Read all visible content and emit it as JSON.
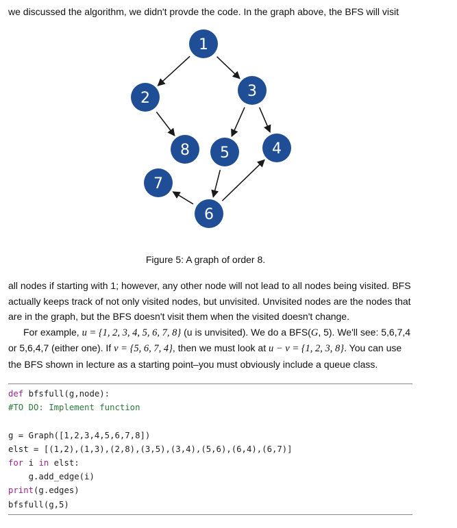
{
  "text_top": "we discussed the algorithm, we didn't provde the code.   In the graph above, the BFS will visit",
  "graph": {
    "node_color": "#1f4e96",
    "edge_color": "#1a1a1a",
    "nodes": [
      {
        "id": "1",
        "label": "1"
      },
      {
        "id": "2",
        "label": "2"
      },
      {
        "id": "3",
        "label": "3"
      },
      {
        "id": "8",
        "label": "8"
      },
      {
        "id": "5",
        "label": "5"
      },
      {
        "id": "4",
        "label": "4"
      },
      {
        "id": "7",
        "label": "7"
      },
      {
        "id": "6",
        "label": "6"
      }
    ],
    "edges": [
      {
        "from": "1",
        "to": "2"
      },
      {
        "from": "1",
        "to": "3"
      },
      {
        "from": "2",
        "to": "8"
      },
      {
        "from": "3",
        "to": "5"
      },
      {
        "from": "3",
        "to": "4"
      },
      {
        "from": "5",
        "to": "6"
      },
      {
        "from": "6",
        "to": "7"
      },
      {
        "from": "6",
        "to": "4"
      }
    ]
  },
  "caption": "Figure 5: A graph of order 8.",
  "para": {
    "line1": "all nodes if starting with 1; however, any other node will not lead to all nodes being visited. BFS",
    "line2": "actually keeps track of not only visited nodes, but unvisited. Unvisited nodes are the nodes that",
    "line3": "are in the graph, but the BFS doesn't visit them when the visited doesn't change.",
    "l4a": "For example,",
    "l4m1": "u = {1, 2, 3, 4, 5, 6, 7, 8}",
    "l4m2": "(u is unvisited).",
    "l4b": "We do a BFS(",
    "l4m3": "G",
    "l4c": ", 5). We'll see: 5,6,7,4",
    "l5a": "or 5,6,4,7 (either one).  If",
    "l5m1": "v = {5, 6, 7, 4}",
    "l5b": ", then we must look at",
    "l5m2": "u − v = {1, 2, 3, 8}",
    "l5c": ".  You can use",
    "line6": "the BFS shown in lecture as a starting point–you must obviously include a queue class."
  },
  "code": {
    "def_kw": "def",
    "def_rest": " bfsfull(g,node):",
    "comment": "#TO DO: Implement function",
    "l_graph": "g = Graph([1,2,3,4,5,6,7,8])",
    "l_elst": "elst = [(1,2),(1,3),(2,8),(3,5),(3,4),(5,6),(6,4),(6,7)]",
    "for_kw": "for",
    "for_mid": " i ",
    "in_kw": "in",
    "for_rest": " elst:",
    "l_add": "    g.add_edge(i)",
    "print_kw": "print",
    "print_rest": "(g.edges)",
    "l_call": "bfsfull(g,5)"
  }
}
